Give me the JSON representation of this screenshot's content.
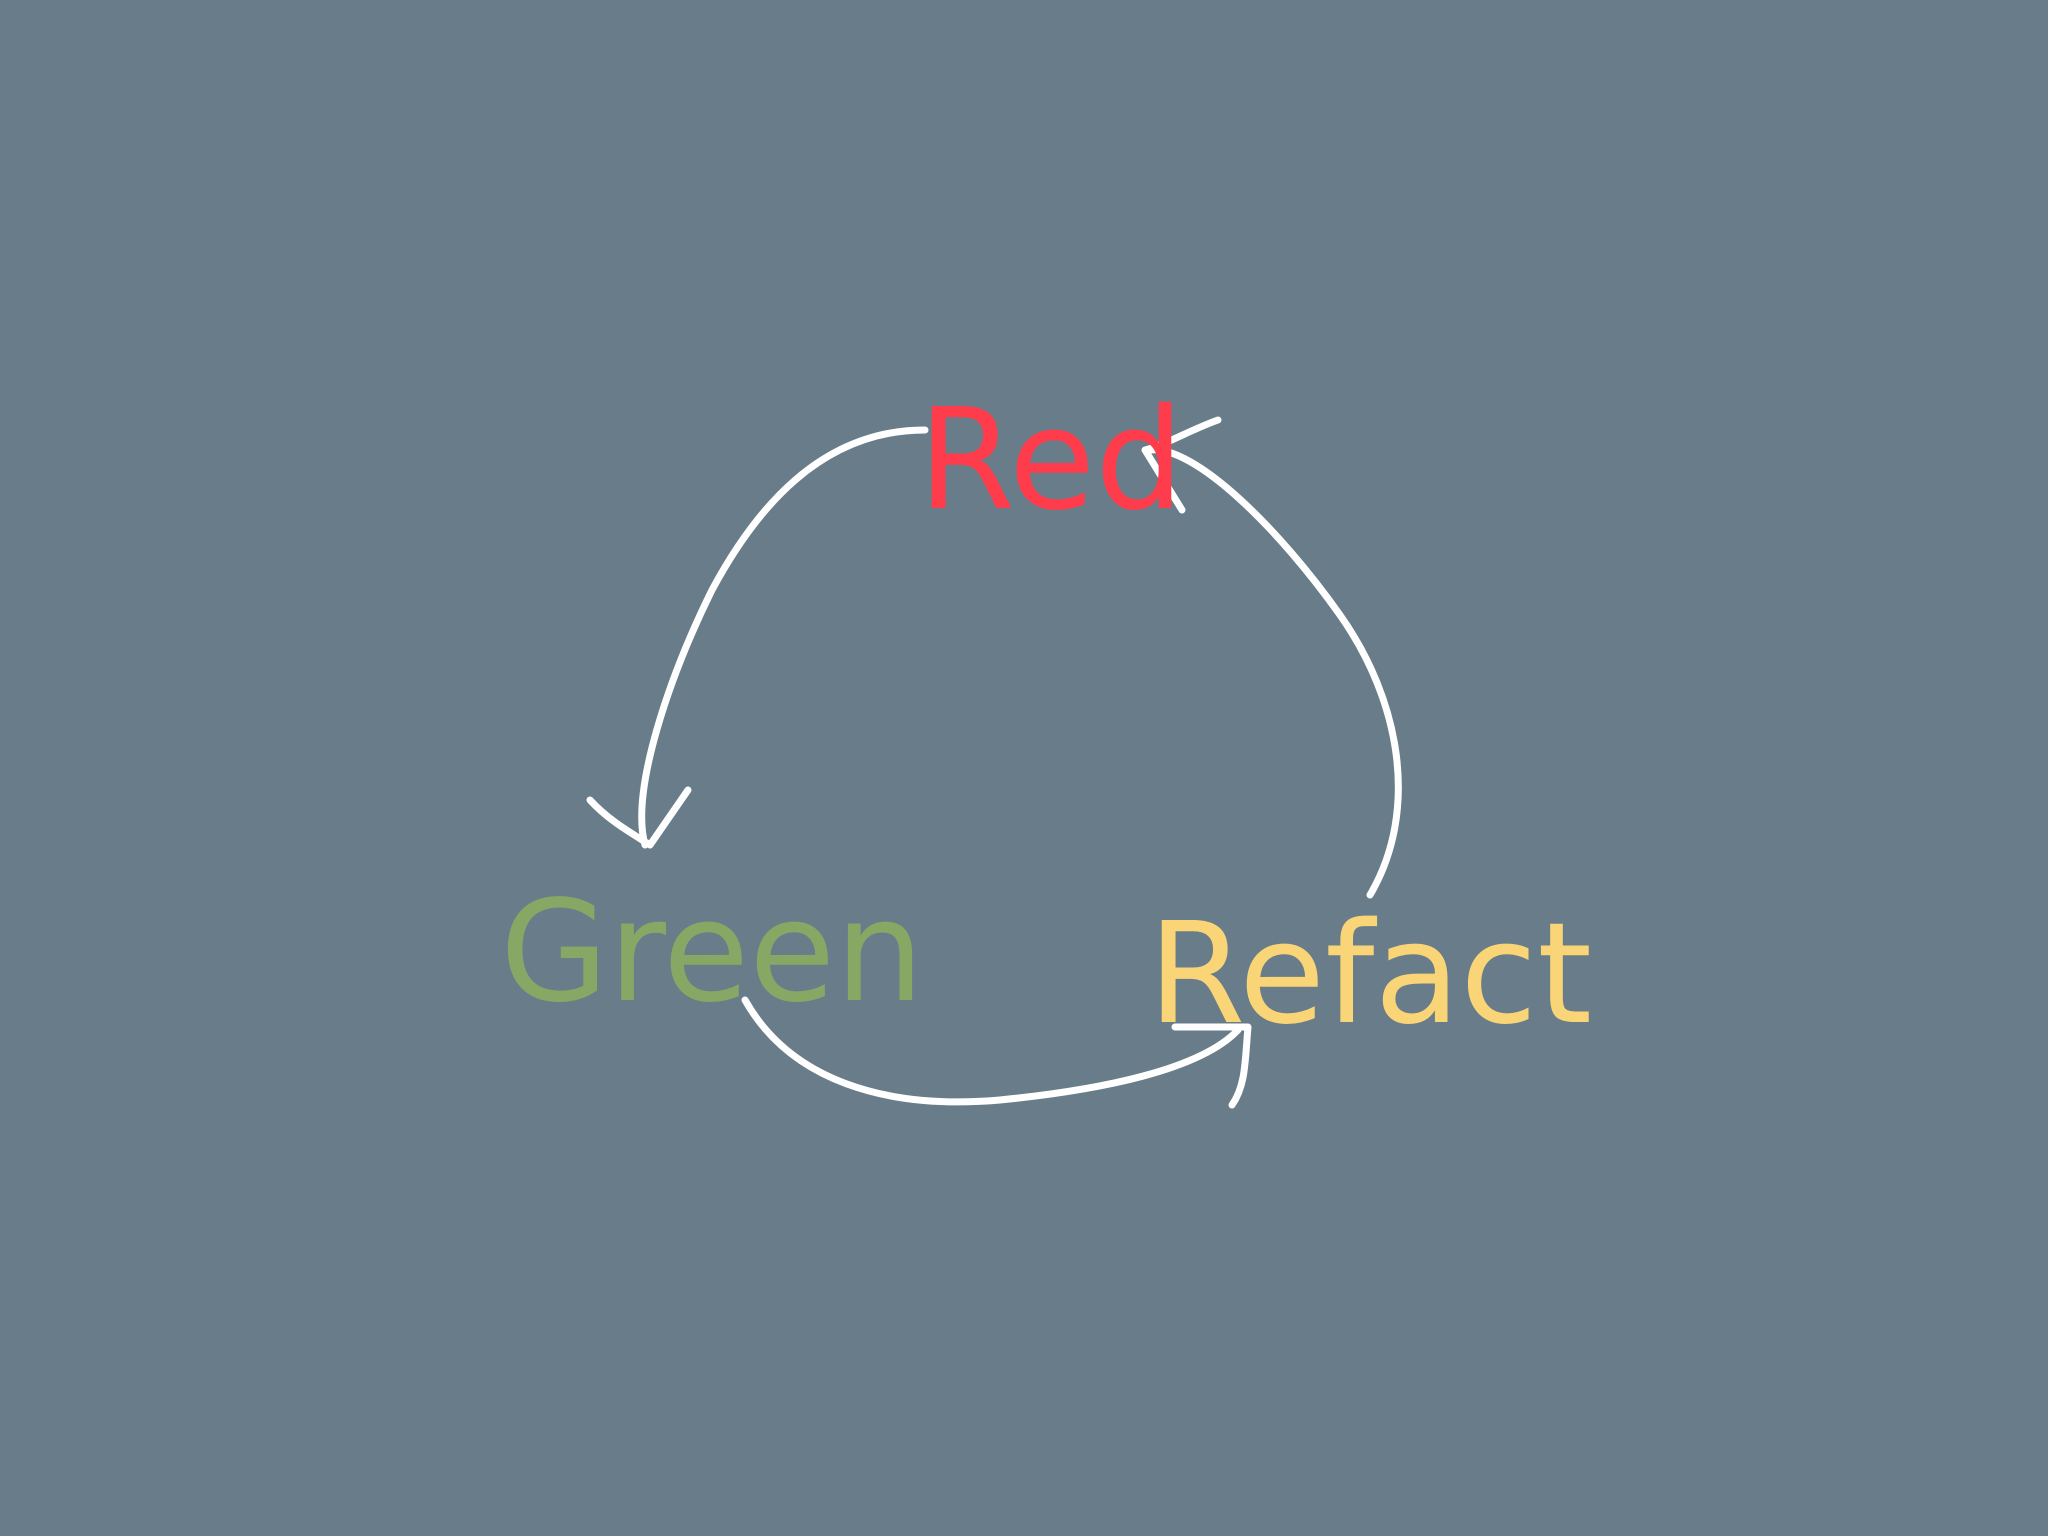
{
  "background_color": "#687d89",
  "arrow_color": "#ffffff",
  "stages": {
    "red": {
      "label": "Red",
      "color": "#ff3c4c"
    },
    "green": {
      "label": "Green",
      "color": "#87a865"
    },
    "refactor": {
      "label": "Refact",
      "color": "#fad577"
    }
  }
}
